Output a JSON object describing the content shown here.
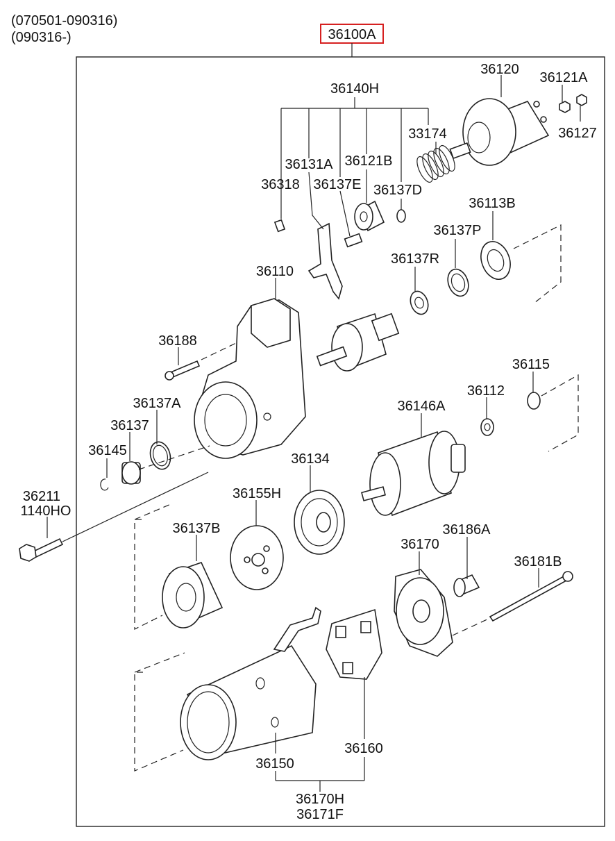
{
  "header": {
    "date_range_1": "(070501-090316)",
    "date_range_2": "(090316-)"
  },
  "assembly_label": "36100A",
  "highlight_color": "#d62020",
  "labels": {
    "l36120": "36120",
    "l36121A": "36121A",
    "l36127": "36127",
    "l36140H": "36140H",
    "l33174": "33174",
    "l36131A": "36131A",
    "l36121B": "36121B",
    "l36318": "36318",
    "l36137E": "36137E",
    "l36137D": "36137D",
    "l36113B": "36113B",
    "l36137P": "36137P",
    "l36137R": "36137R",
    "l36110": "36110",
    "l36188": "36188",
    "l36115": "36115",
    "l36112": "36112",
    "l36137A": "36137A",
    "l36146A": "36146A",
    "l36137": "36137",
    "l36145": "36145",
    "l36134": "36134",
    "l36211": "36211",
    "l1140HO": "1140HO",
    "l36155H": "36155H",
    "l36137B": "36137B",
    "l36186A": "36186A",
    "l36170": "36170",
    "l36181B": "36181B",
    "l36160": "36160",
    "l36150": "36150",
    "l36170H": "36170H",
    "l36171F": "36171F"
  }
}
